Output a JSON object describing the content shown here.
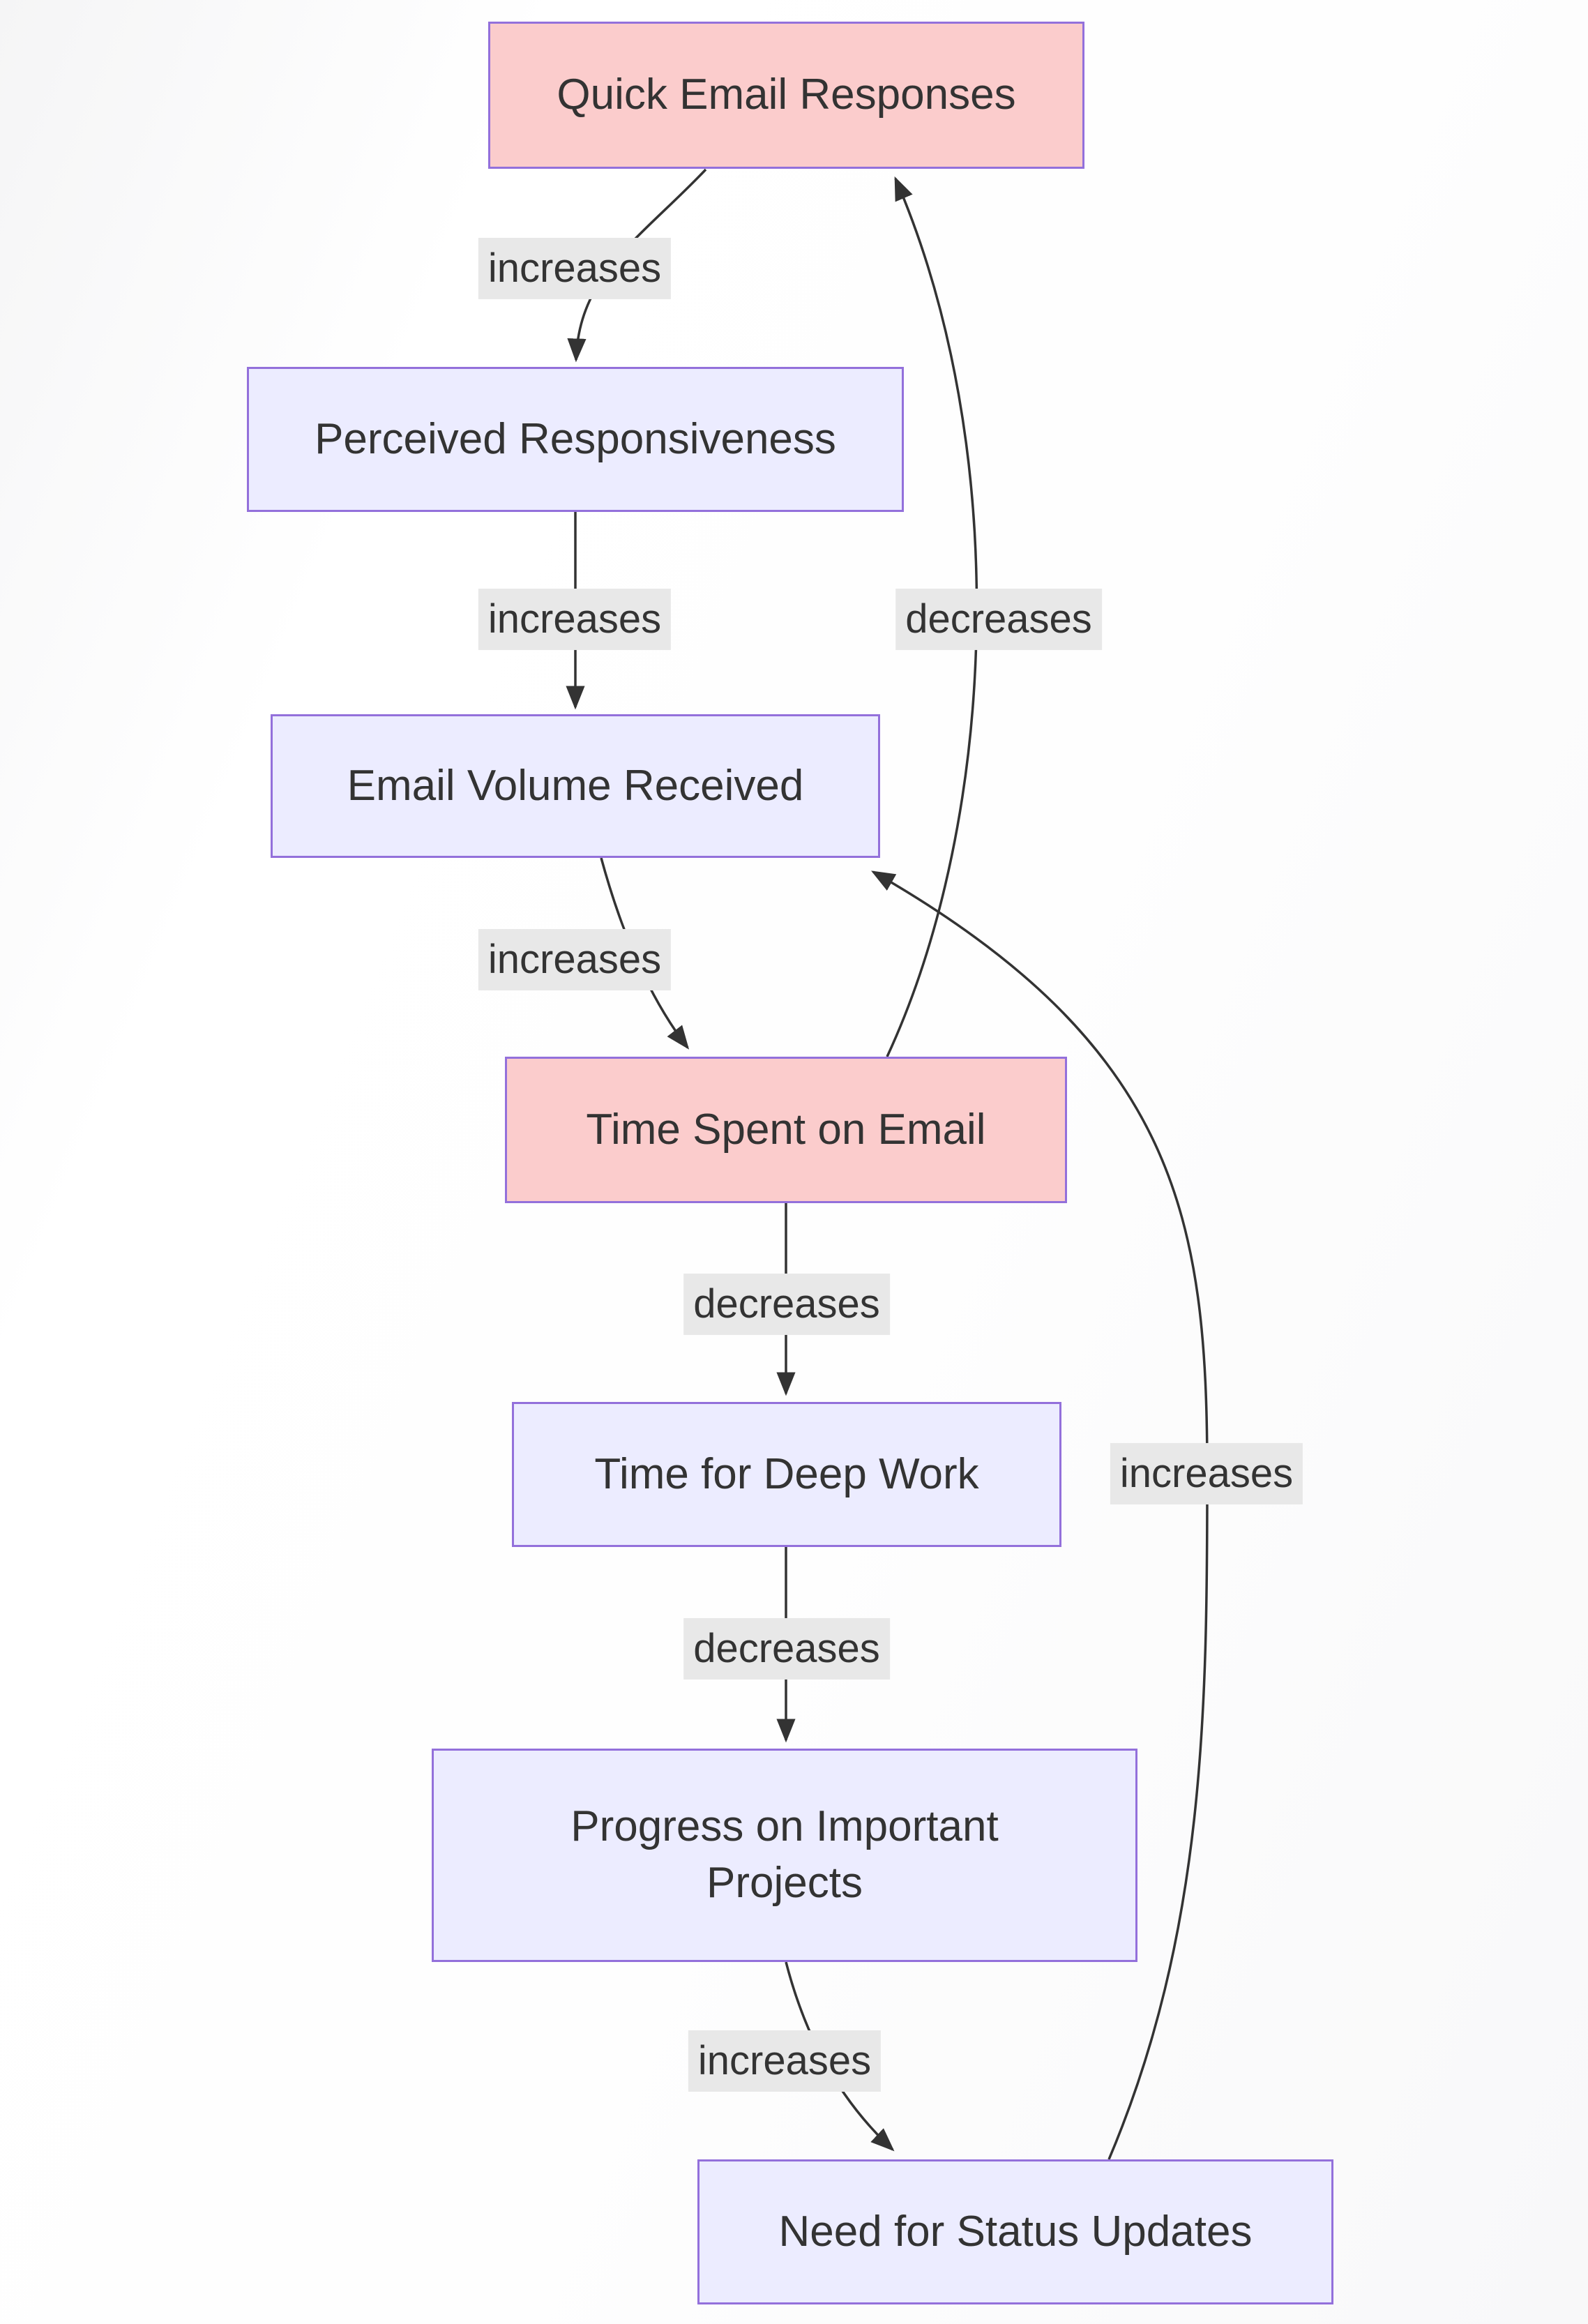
{
  "diagram": {
    "type": "flowchart",
    "direction": "top-down",
    "nodes": [
      {
        "id": "A",
        "label": "Quick Email Responses",
        "style": "highlight"
      },
      {
        "id": "B",
        "label": "Perceived Responsiveness",
        "style": "default"
      },
      {
        "id": "C",
        "label": "Email Volume Received",
        "style": "default"
      },
      {
        "id": "D",
        "label": "Time Spent on Email",
        "style": "highlight"
      },
      {
        "id": "E",
        "label": "Time for Deep Work",
        "style": "default"
      },
      {
        "id": "F",
        "label": "Progress on Important Projects",
        "style": "default"
      },
      {
        "id": "G",
        "label": "Need for Status Updates",
        "style": "default"
      }
    ],
    "edges": [
      {
        "from": "A",
        "to": "B",
        "label": "increases"
      },
      {
        "from": "B",
        "to": "C",
        "label": "increases"
      },
      {
        "from": "C",
        "to": "D",
        "label": "increases"
      },
      {
        "from": "D",
        "to": "A",
        "label": "decreases"
      },
      {
        "from": "D",
        "to": "E",
        "label": "decreases"
      },
      {
        "from": "E",
        "to": "F",
        "label": "decreases"
      },
      {
        "from": "F",
        "to": "G",
        "label": "increases"
      },
      {
        "from": "G",
        "to": "C",
        "label": "increases"
      }
    ],
    "colors": {
      "node_fill": "#ECECFF",
      "node_border": "#9370DB",
      "highlight_fill": "#FBCCCC",
      "label_bg": "#E8E8E8",
      "edge_color": "#333333",
      "text_color": "#333333"
    }
  }
}
